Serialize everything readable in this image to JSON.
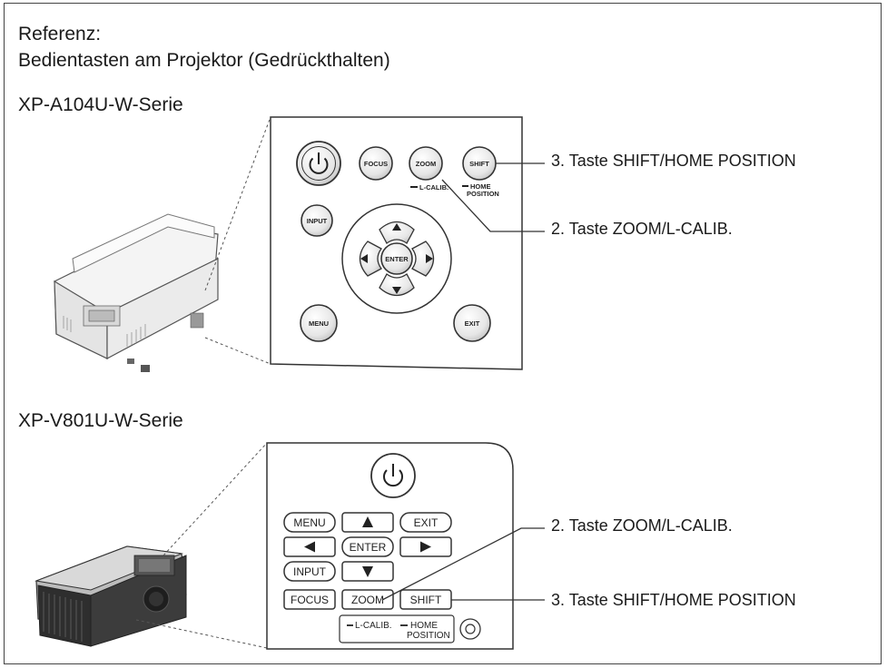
{
  "reference": {
    "heading": "Referenz:",
    "subheading": "Bedientasten am Projektor (Gedrückthalten)"
  },
  "series_a": {
    "title": "XP-A104U-W-Serie",
    "buttons": {
      "focus": "FOCUS",
      "zoom": "ZOOM",
      "shift": "SHIFT",
      "input": "INPUT",
      "enter": "ENTER",
      "menu": "MENU",
      "exit": "EXIT",
      "zoom_sub": "L-CALIB.",
      "shift_sub_1": "HOME",
      "shift_sub_2": "POSITION"
    },
    "callout_shift": "3. Taste SHIFT/HOME POSITION",
    "callout_zoom": "2. Taste ZOOM/L-CALIB."
  },
  "series_b": {
    "title": "XP-V801U-W-Serie",
    "buttons": {
      "menu": "MENU",
      "exit": "EXIT",
      "enter": "ENTER",
      "input": "INPUT",
      "focus": "FOCUS",
      "zoom": "ZOOM",
      "shift": "SHIFT",
      "zoom_sub": "L-CALIB.",
      "shift_sub_1": "HOME",
      "shift_sub_2": "POSITION"
    },
    "callout_zoom": "2. Taste ZOOM/L-CALIB.",
    "callout_shift": "3. Taste SHIFT/HOME POSITION"
  }
}
